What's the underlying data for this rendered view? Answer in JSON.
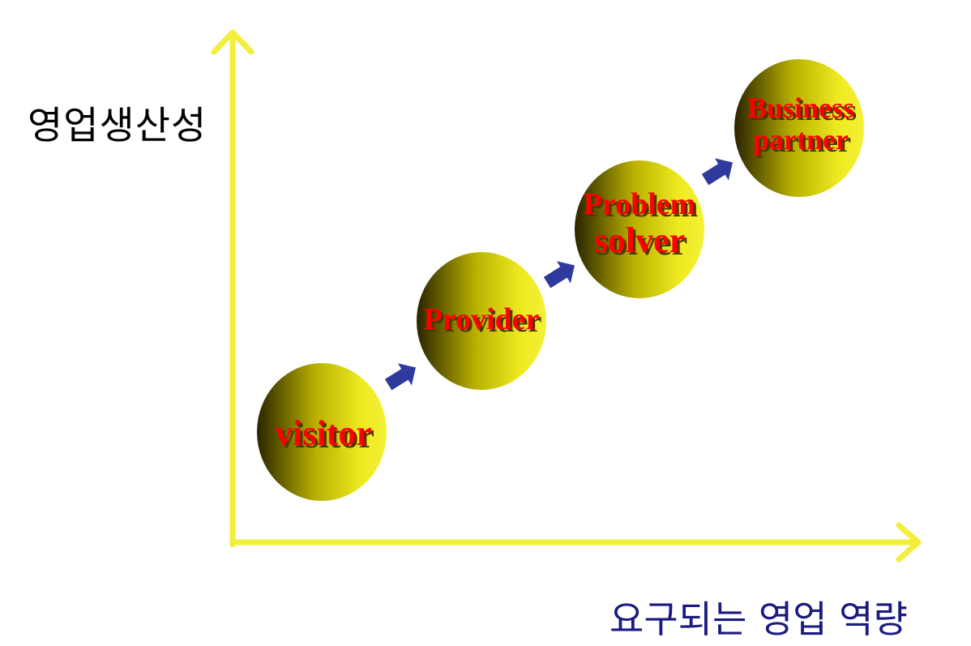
{
  "axes": {
    "y_label": "영업생산성",
    "x_label": "요구되는 영업 역량",
    "axis_color": "#f2ee3a",
    "x_label_color": "#1a1a80"
  },
  "stages": [
    {
      "id": "visitor",
      "lines": [
        "visitor"
      ]
    },
    {
      "id": "provider",
      "lines": [
        "Provider"
      ]
    },
    {
      "id": "problem-solver",
      "lines": [
        "Problem",
        "solver"
      ]
    },
    {
      "id": "business-partner",
      "lines": [
        "Business",
        "partner"
      ]
    }
  ],
  "colors": {
    "circle_light": "#f2ee2a",
    "circle_dark": "#2a2400",
    "label": "#ff0000",
    "arrow": "#2e3a9e"
  },
  "icons": {
    "stage_arrow": "block-arrow-icon"
  }
}
